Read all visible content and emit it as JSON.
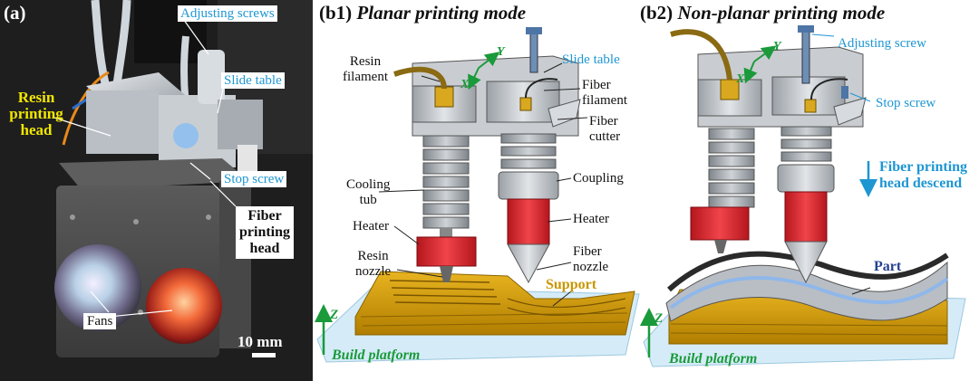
{
  "colors": {
    "resin_label": "#f2e600",
    "callout_blue": "#1e96d2",
    "support_gold": "#c99600",
    "platform_green": "#1a9a3a",
    "part_navy": "#24418f",
    "heater_red": "#e3262e",
    "brass": "#d9a81f",
    "platform_blue": "#cfe8f6"
  },
  "panel_a": {
    "tag": "(a)",
    "labels": {
      "adjusting_screws": "Adjusting screws",
      "slide_table": "Slide table",
      "stop_screw": "Stop screw",
      "resin_head_1": "Resin",
      "resin_head_2": "printing",
      "resin_head_3": "head",
      "fiber_head_1": "Fiber",
      "fiber_head_2": "printing",
      "fiber_head_3": "head",
      "fans": "Fans",
      "scale": "10 mm"
    }
  },
  "panel_b1": {
    "tag": "(b1)",
    "title": "Planar printing mode",
    "labels": {
      "resin_filament_1": "Resin",
      "resin_filament_2": "filament",
      "slide_table": "Slide table",
      "fiber_filament_1": "Fiber",
      "fiber_filament_2": "filament",
      "fiber_cutter_1": "Fiber",
      "fiber_cutter_2": "cutter",
      "cooling_tub_1": "Cooling",
      "cooling_tub_2": "tub",
      "coupling": "Coupling",
      "heater_left": "Heater",
      "heater_right": "Heater",
      "resin_nozzle_1": "Resin",
      "resin_nozzle_2": "nozzle",
      "fiber_nozzle_1": "Fiber",
      "fiber_nozzle_2": "nozzle",
      "support": "Support",
      "build_platform": "Build platform",
      "axis_x": "X",
      "axis_y": "Y",
      "axis_z": "Z"
    }
  },
  "panel_b2": {
    "tag": "(b2)",
    "title": "Non-planar printing mode",
    "labels": {
      "adjusting_screw": "Adjusting screw",
      "stop_screw": "Stop screw",
      "descend_1": "Fiber printing",
      "descend_2": "head descend",
      "part": "Part",
      "build_platform": "Build platform",
      "axis_x": "X",
      "axis_y": "Y",
      "axis_z": "Z"
    }
  }
}
